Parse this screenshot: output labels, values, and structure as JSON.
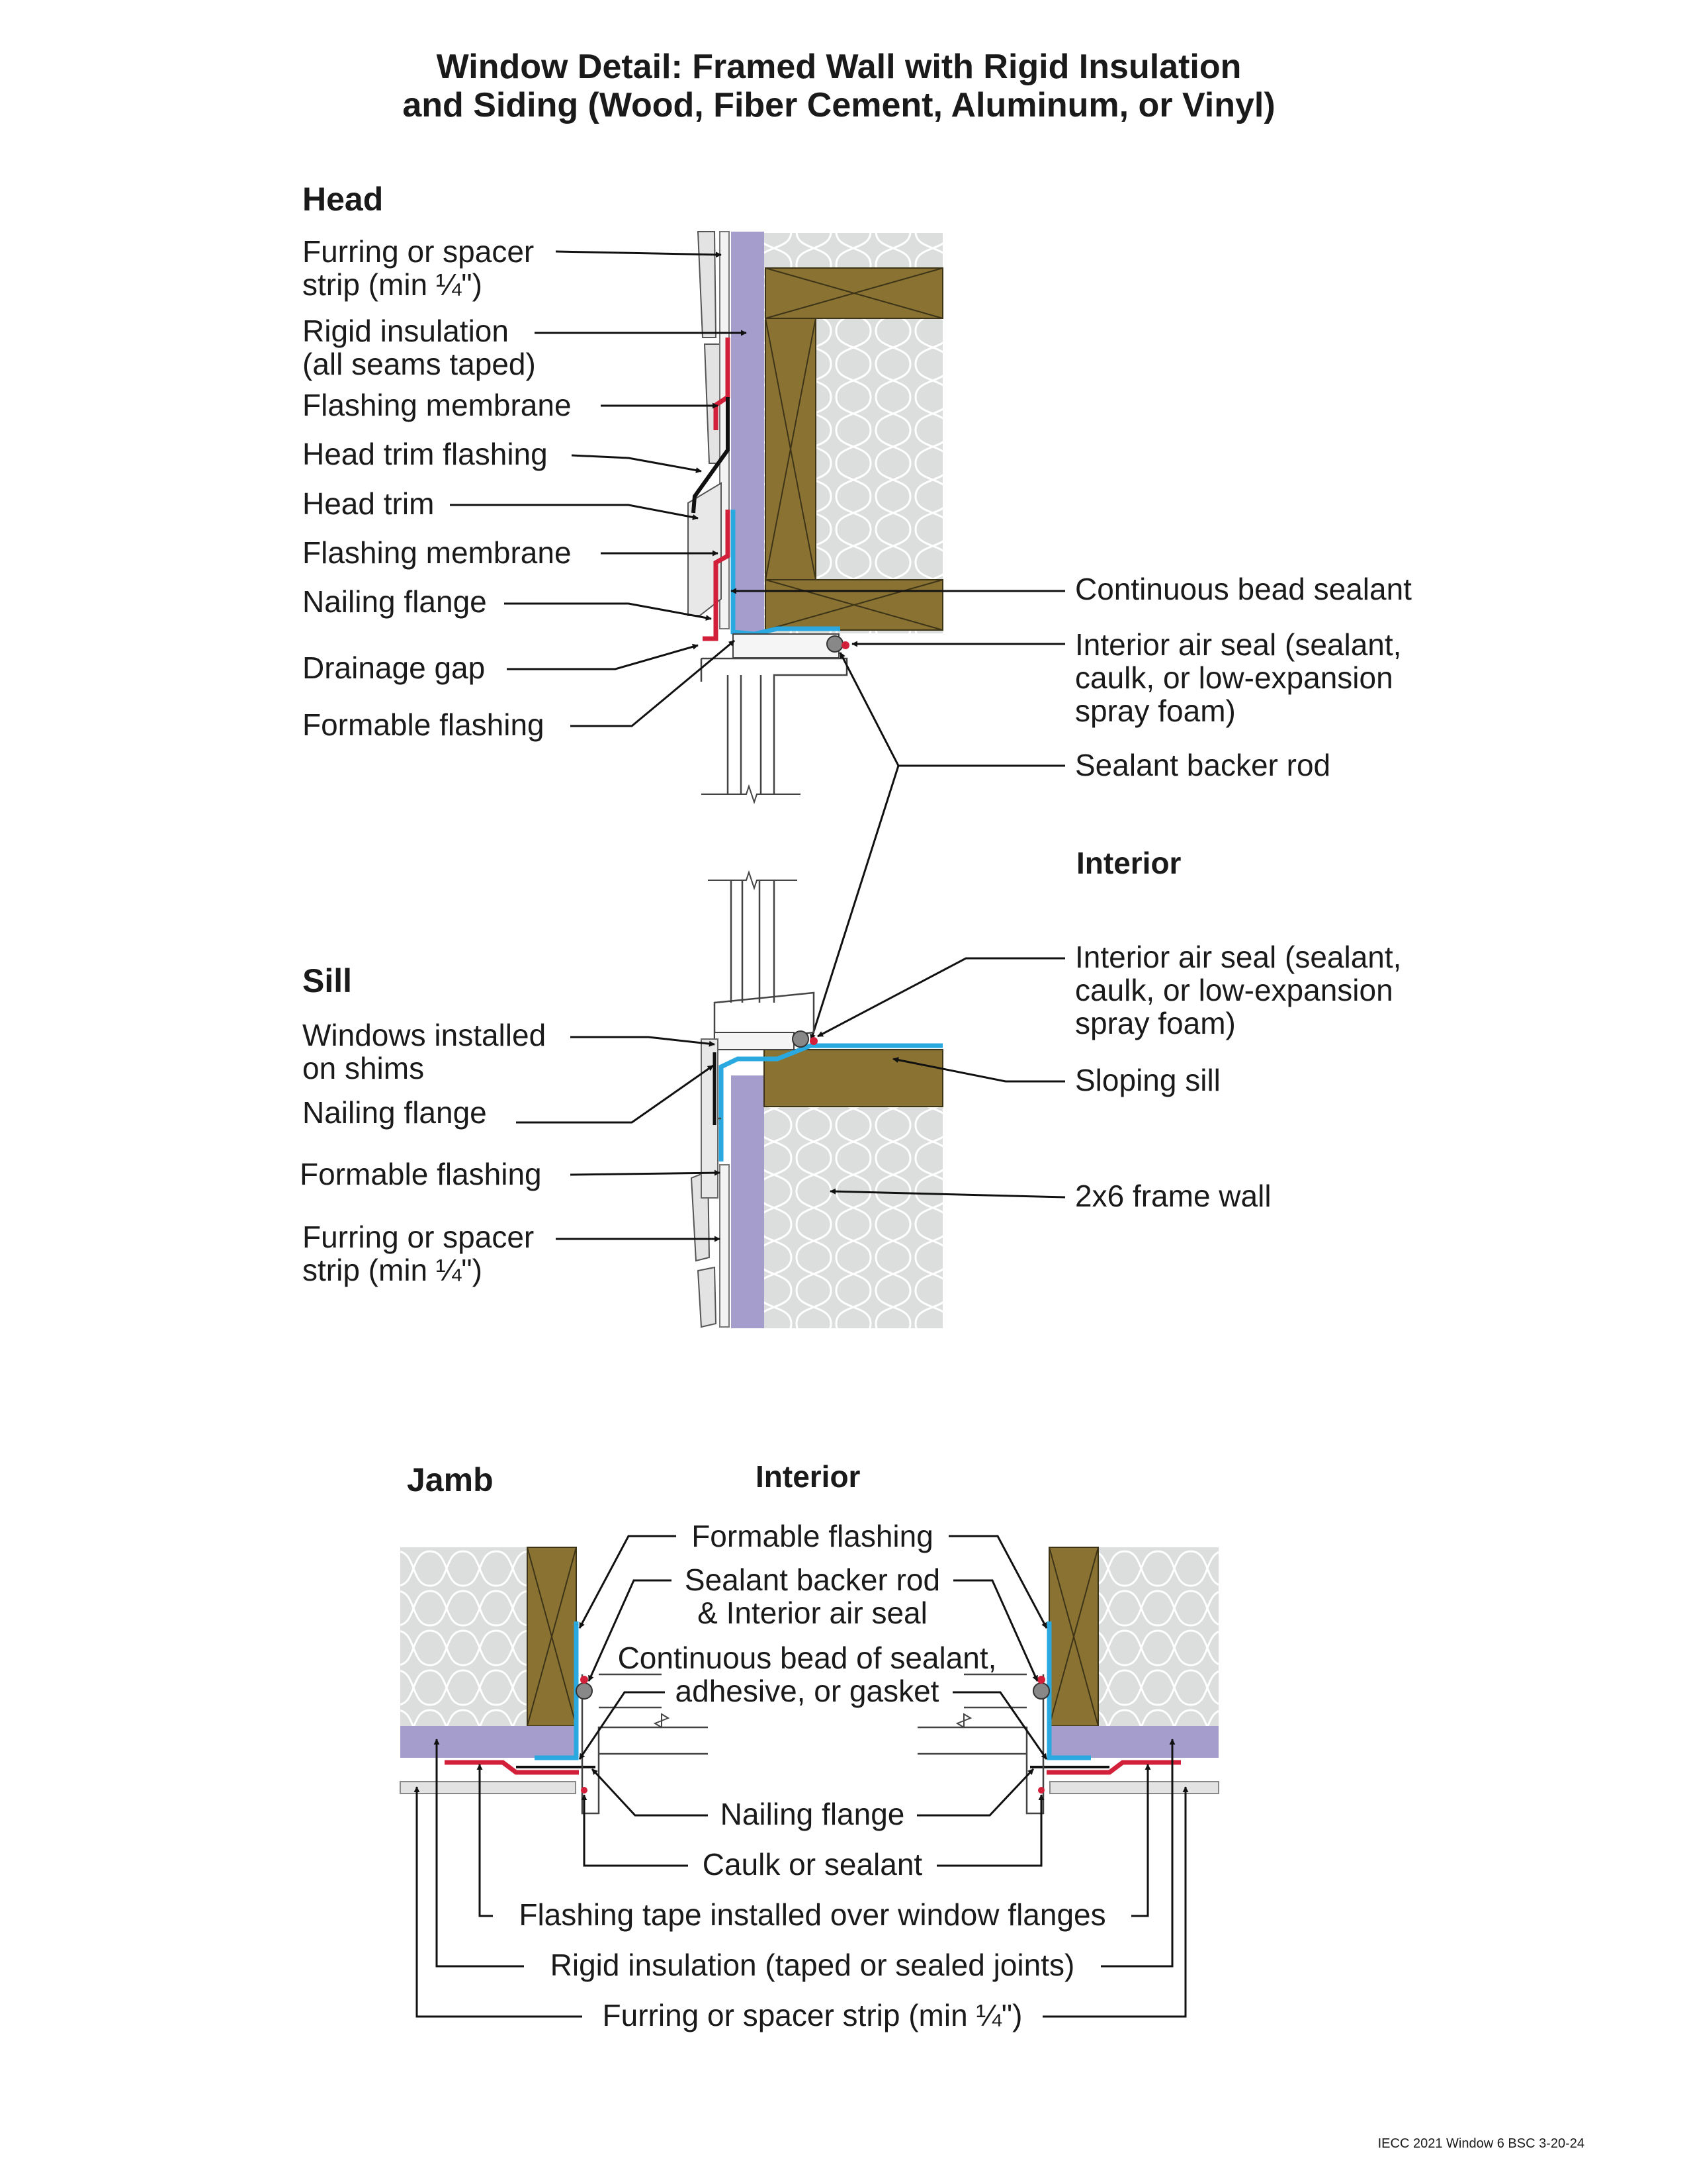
{
  "title": {
    "line1": "Window Detail: Framed Wall with Rigid Insulation",
    "line2": "and Siding (Wood, Fiber Cement, Aluminum, or Vinyl)"
  },
  "sections": {
    "head": "Head",
    "sill": "Sill",
    "jamb": "Jamb",
    "interior_sill": "Interior",
    "interior_jamb": "Interior"
  },
  "head_labels": {
    "furring_1": "Furring or spacer",
    "furring_2": "strip (min ¼\")",
    "rigid_1": "Rigid insulation",
    "rigid_2": "(all seams taped)",
    "membrane_upper": "Flashing membrane",
    "trim_flashing": "Head trim flashing",
    "head_trim": "Head trim",
    "membrane_lower": "Flashing membrane",
    "nailing_flange": "Nailing flange",
    "drainage_gap": "Drainage gap",
    "formable_flashing": "Formable flashing",
    "continuous_bead": "Continuous bead sealant",
    "air_seal_1": "Interior air seal (sealant,",
    "air_seal_2": "caulk, or low-expansion",
    "air_seal_3": "spray foam)",
    "backer_rod": "Sealant backer rod"
  },
  "sill_labels": {
    "shims_1": "Windows installed",
    "shims_2": "on shims",
    "nailing_flange": "Nailing flange",
    "formable_flashing": "Formable flashing",
    "furring_1": "Furring or spacer",
    "furring_2": "strip (min ¼\")",
    "air_seal_1": "Interior air seal (sealant,",
    "air_seal_2": "caulk, or low-expansion",
    "air_seal_3": "spray foam)",
    "sloping_sill": "Sloping sill",
    "frame_wall": "2x6 frame wall"
  },
  "jamb_labels": {
    "formable_flashing": "Formable flashing",
    "backer_rod_1": "Sealant backer rod",
    "backer_rod_2": "& Interior air seal",
    "bead_1": "Continuous bead of sealant,",
    "bead_2": "adhesive, or gasket",
    "nailing_flange": "Nailing flange",
    "caulk": "Caulk or sealant",
    "flashing_tape": "Flashing tape installed over window flanges",
    "rigid": "Rigid insulation (taped or sealed joints)",
    "furring": "Furring or spacer strip (min ¼\")"
  },
  "footer": "IECC 2021 Window 6 BSC 3-20-24",
  "colors": {
    "insulation_rigid": "#a59dcc",
    "wood_framing": "#8a7233",
    "batt_insulation": "#dcdddd",
    "flashing_blue": "#29a9e0",
    "membrane_red": "#d2203a",
    "siding_gray": "#e3e3e3"
  }
}
